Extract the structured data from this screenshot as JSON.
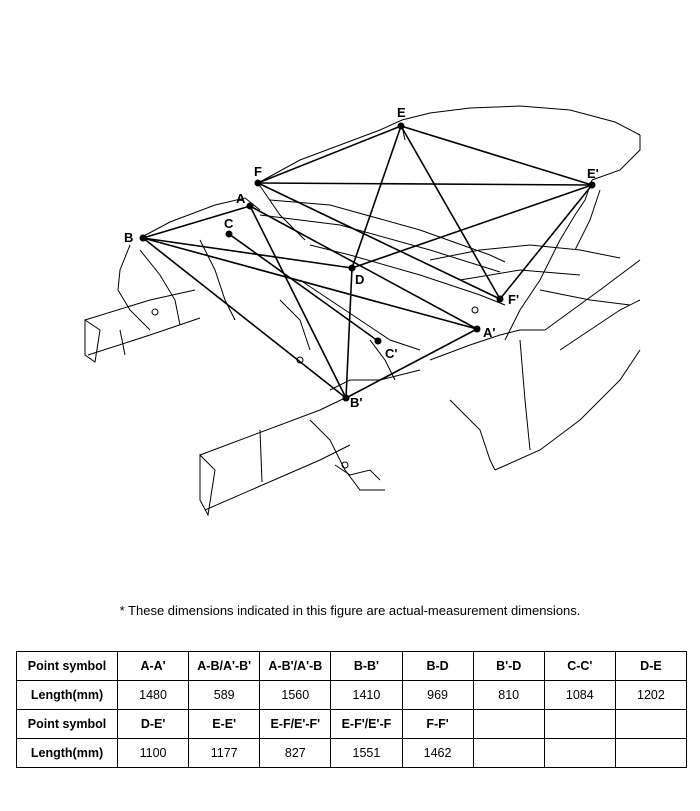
{
  "figure": {
    "points": {
      "A": "A",
      "A_prime": "A'",
      "B": "B",
      "B_prime": "B'",
      "C": "C",
      "C_prime": "C'",
      "D": "D",
      "E": "E",
      "E_prime": "E'",
      "F": "F",
      "F_prime": "F'"
    }
  },
  "note": "*  These dimensions indicated in this figure are actual-measurement dimensions.",
  "table": {
    "rows": [
      {
        "label": "Point symbol",
        "cells": [
          "A-A'",
          "A-B/A'-B'",
          "A-B'/A'-B",
          "B-B'",
          "B-D",
          "B'-D",
          "C-C'",
          "D-E"
        ]
      },
      {
        "label": "Length(mm)",
        "cells": [
          "1480",
          "589",
          "1560",
          "1410",
          "969",
          "810",
          "1084",
          "1202"
        ]
      },
      {
        "label": "Point symbol",
        "cells": [
          "D-E'",
          "E-E'",
          "E-F/E'-F'",
          "E-F'/E'-F",
          "F-F'",
          "",
          "",
          ""
        ]
      },
      {
        "label": "Length(mm)",
        "cells": [
          "1100",
          "1177",
          "827",
          "1551",
          "1462",
          "",
          "",
          ""
        ]
      }
    ]
  }
}
